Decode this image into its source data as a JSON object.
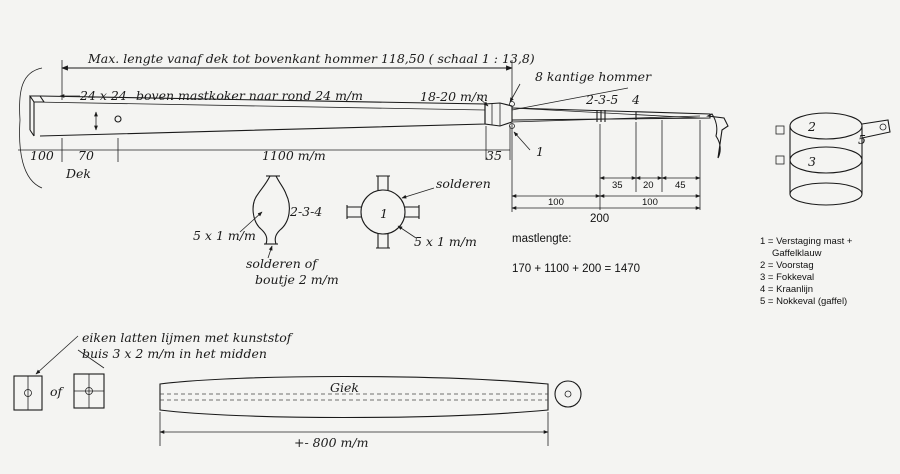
{
  "mast": {
    "max_length": "Max. lengte vanaf dek tot bovenkant hommer  118,50 ( schaal 1 : 13,8)",
    "hommer": "8 kantige hommer",
    "section": "24 x 24",
    "description": "boven mastkoker naar rond 24 m/m",
    "top_dia": "18-20 m/m",
    "dek": "Dek",
    "dim_100": "100",
    "dim_70": "70",
    "dim_1100": "1100 m/m",
    "dim_35": "35",
    "marker_1": "1",
    "marker_235": "2-3-5",
    "marker_4": "4"
  },
  "top_dims": {
    "d35": "35",
    "d20": "20",
    "d45": "45",
    "d100a": "100",
    "d100b": "100",
    "d200": "200"
  },
  "details": {
    "label_234": "2-3-4",
    "wire_1": "5 x 1 m/m",
    "solder_note_1": "solderen of",
    "solder_note_2": "boutje 2 m/m",
    "solderen": "solderen",
    "label_1": "1",
    "wire_2": "5 x 1 m/m"
  },
  "mastlengte": {
    "label": "mastlengte:",
    "formula": "170 + 1100 + 200 = 1470"
  },
  "legend": {
    "items": [
      "1 = Verstaging mast +",
      "Gaffelklauw",
      "2 = Voorstag",
      "3 = Fokkeval",
      "4 = Kraanlijn",
      "5 = Nokkeval  (gaffel)"
    ]
  },
  "band_labels": {
    "b2": "2",
    "b3": "3",
    "b5": "5"
  },
  "giek": {
    "note_1": "eiken latten lijmen met kunststof",
    "note_2": "buis 3 x 2 m/m in het midden",
    "of": "of",
    "label": "Giek",
    "length": "+- 800 m/m"
  }
}
